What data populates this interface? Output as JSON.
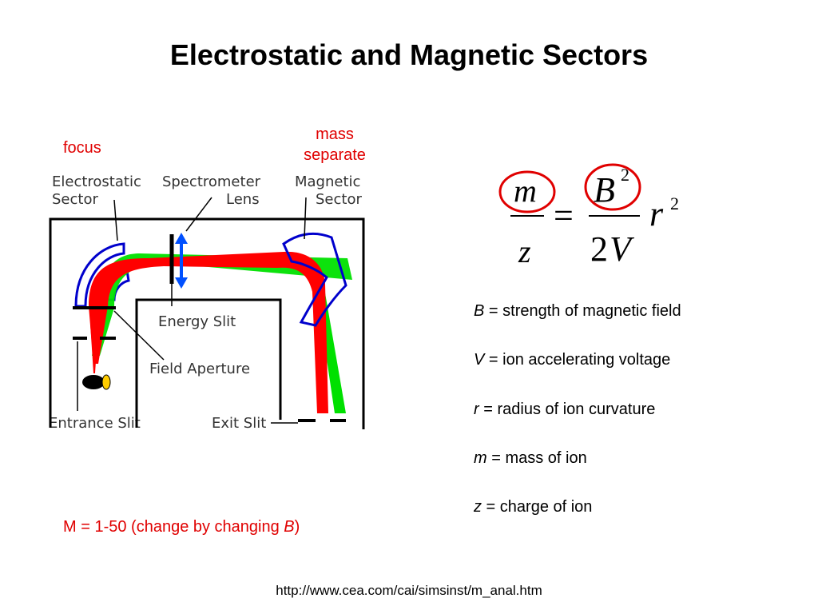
{
  "slide": {
    "title": "Electrostatic and Magnetic Sectors",
    "focus_label": "focus",
    "mass_label_line1": "mass",
    "mass_label_line2": "separate",
    "range_text_prefix": "M = 1-50 (change by changing ",
    "range_variable": "B",
    "range_text_suffix": ")",
    "source_url": "http://www.cea.com/cai/simsinst/m_anal.htm"
  },
  "diagram": {
    "labels": {
      "electrostatic_sector_line1": "Electrostatic",
      "electrostatic_sector_line2": "Sector",
      "spectrometer_lens_line1": "Spectrometer",
      "spectrometer_lens_line2": "Lens",
      "magnetic_sector_line1": "Magnetic",
      "magnetic_sector_line2": "Sector",
      "energy_slit": "Energy Slit",
      "field_aperture": "Field Aperture",
      "entrance_slit": "Entrance Slit",
      "exit_slit": "Exit Slit"
    },
    "colors": {
      "beam": "#ff0000",
      "beam_alt": "#00e000",
      "sector": "#0000cc",
      "frame": "#000000"
    }
  },
  "formula": {
    "lhs_numerator": "m",
    "lhs_denominator": "z",
    "equals": "=",
    "rhs_numerator": "B",
    "rhs_numerator_exp": "2",
    "rhs_denominator_coef": "2",
    "rhs_denominator_var": "V",
    "rhs_factor": "r",
    "rhs_factor_exp": "2",
    "circle_color": "#e00000"
  },
  "definitions": [
    {
      "symbol": "B",
      "text": " = strength of magnetic field"
    },
    {
      "symbol": "V",
      "text": " = ion accelerating voltage"
    },
    {
      "symbol": "r",
      "text": " = radius of ion curvature"
    },
    {
      "symbol": "m",
      "text": " = mass of ion"
    },
    {
      "symbol": "z",
      "text": " = charge of ion"
    }
  ]
}
